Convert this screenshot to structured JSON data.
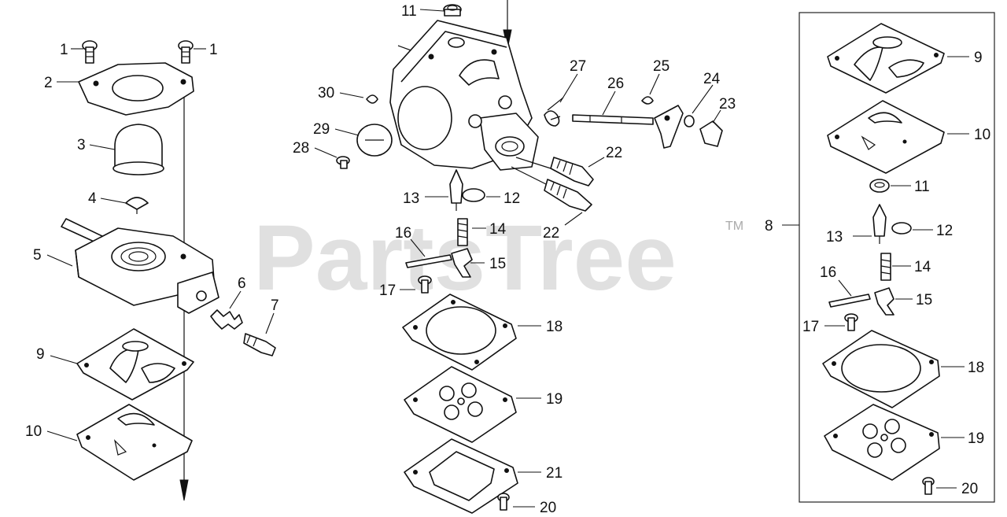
{
  "watermark": {
    "text": "PartsTree",
    "trademark": "TM"
  },
  "callouts": [
    {
      "id": "c1a",
      "text": "1"
    },
    {
      "id": "c1b",
      "text": "1"
    },
    {
      "id": "c2",
      "text": "2"
    },
    {
      "id": "c3",
      "text": "3"
    },
    {
      "id": "c4",
      "text": "4"
    },
    {
      "id": "c5",
      "text": "5"
    },
    {
      "id": "c6",
      "text": "6"
    },
    {
      "id": "c7",
      "text": "7"
    },
    {
      "id": "c9L",
      "text": "9"
    },
    {
      "id": "c10L",
      "text": "10"
    },
    {
      "id": "c11",
      "text": "11"
    },
    {
      "id": "c30",
      "text": "30"
    },
    {
      "id": "c29",
      "text": "29"
    },
    {
      "id": "c28",
      "text": "28"
    },
    {
      "id": "c27",
      "text": "27"
    },
    {
      "id": "c26",
      "text": "26"
    },
    {
      "id": "c25",
      "text": "25"
    },
    {
      "id": "c24",
      "text": "24"
    },
    {
      "id": "c23",
      "text": "23"
    },
    {
      "id": "c22a",
      "text": "22"
    },
    {
      "id": "c22b",
      "text": "22"
    },
    {
      "id": "c13",
      "text": "13"
    },
    {
      "id": "c12",
      "text": "12"
    },
    {
      "id": "c14",
      "text": "14"
    },
    {
      "id": "c16",
      "text": "16"
    },
    {
      "id": "c15",
      "text": "15"
    },
    {
      "id": "c17",
      "text": "17"
    },
    {
      "id": "c18",
      "text": "18"
    },
    {
      "id": "c19",
      "text": "19"
    },
    {
      "id": "c21",
      "text": "21"
    },
    {
      "id": "c20",
      "text": "20"
    },
    {
      "id": "c8",
      "text": "8"
    },
    {
      "id": "k9",
      "text": "9"
    },
    {
      "id": "k10",
      "text": "10"
    },
    {
      "id": "k11",
      "text": "11"
    },
    {
      "id": "k13",
      "text": "13"
    },
    {
      "id": "k12",
      "text": "12"
    },
    {
      "id": "k14",
      "text": "14"
    },
    {
      "id": "k16",
      "text": "16"
    },
    {
      "id": "k15",
      "text": "15"
    },
    {
      "id": "k17",
      "text": "17"
    },
    {
      "id": "k18",
      "text": "18"
    },
    {
      "id": "k19",
      "text": "19"
    },
    {
      "id": "k20",
      "text": "20"
    }
  ]
}
